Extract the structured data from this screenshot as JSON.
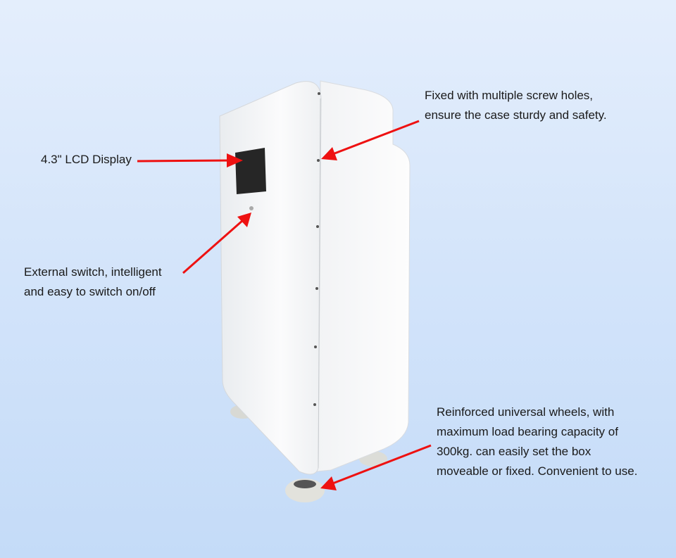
{
  "annotations": {
    "lcd": "4.3\" LCD Display",
    "screws": [
      "Fixed with multiple screw holes,",
      "ensure the case sturdy and safety."
    ],
    "switch": [
      "External switch, intelligent",
      "and easy to switch on/off"
    ],
    "wheels": [
      "Reinforced universal wheels, with",
      "maximum load bearing capacity of",
      "300kg. can easily set the box",
      "moveable or fixed. Convenient to use."
    ]
  },
  "colors": {
    "arrow": "#ee1111",
    "cabinet": "#f6f7f8",
    "display": "#262626"
  }
}
